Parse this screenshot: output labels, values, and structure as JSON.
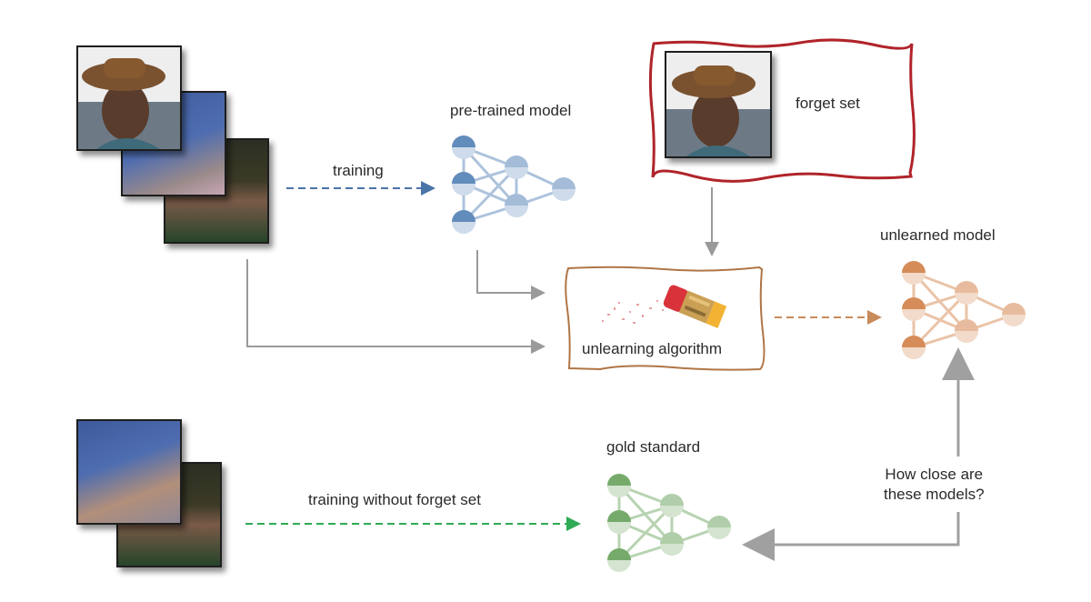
{
  "diagram": {
    "labels": {
      "training": "training",
      "pretrained_model": "pre-trained model",
      "forget_set": "forget set",
      "unlearning_algorithm": "unlearning algorithm",
      "unlearned_model": "unlearned model",
      "gold_standard": "gold standard",
      "training_without_forget_set": "training without forget set",
      "comparison_question_line1": "How close are",
      "comparison_question_line2": "these models?"
    },
    "nodes": [
      {
        "id": "training-data",
        "kind": "image-stack",
        "count": 3
      },
      {
        "id": "pretrained-model",
        "kind": "neural-network",
        "color": "#5a86b8"
      },
      {
        "id": "forget-set",
        "kind": "image-box",
        "border_color": "#b0242a"
      },
      {
        "id": "unlearning-algorithm",
        "kind": "box",
        "border_color": "#b07545",
        "icon": "eraser-pencil-icon"
      },
      {
        "id": "unlearned-model",
        "kind": "neural-network",
        "color": "#d4864f"
      },
      {
        "id": "retain-data",
        "kind": "image-stack",
        "count": 2
      },
      {
        "id": "gold-standard",
        "kind": "neural-network",
        "color": "#6fa663"
      }
    ],
    "edges": [
      {
        "from": "training-data",
        "to": "pretrained-model",
        "style": "dashed",
        "color": "#4a74a8",
        "label": "training"
      },
      {
        "from": "pretrained-model",
        "to": "unlearning-algorithm",
        "style": "solid",
        "color": "#9a9a9a"
      },
      {
        "from": "forget-set",
        "to": "unlearning-algorithm",
        "style": "solid",
        "color": "#9a9a9a"
      },
      {
        "from": "training-data",
        "to": "unlearning-algorithm",
        "style": "solid",
        "color": "#9a9a9a"
      },
      {
        "from": "unlearning-algorithm",
        "to": "unlearned-model",
        "style": "dashed",
        "color": "#c98a5a"
      },
      {
        "from": "retain-data",
        "to": "gold-standard",
        "style": "dashed",
        "color": "#2faa55",
        "label": "training without forget set"
      },
      {
        "from": "comparison",
        "to": "unlearned-model",
        "style": "solid",
        "color": "#9a9a9a"
      },
      {
        "from": "comparison",
        "to": "gold-standard",
        "style": "solid",
        "color": "#9a9a9a"
      }
    ]
  }
}
